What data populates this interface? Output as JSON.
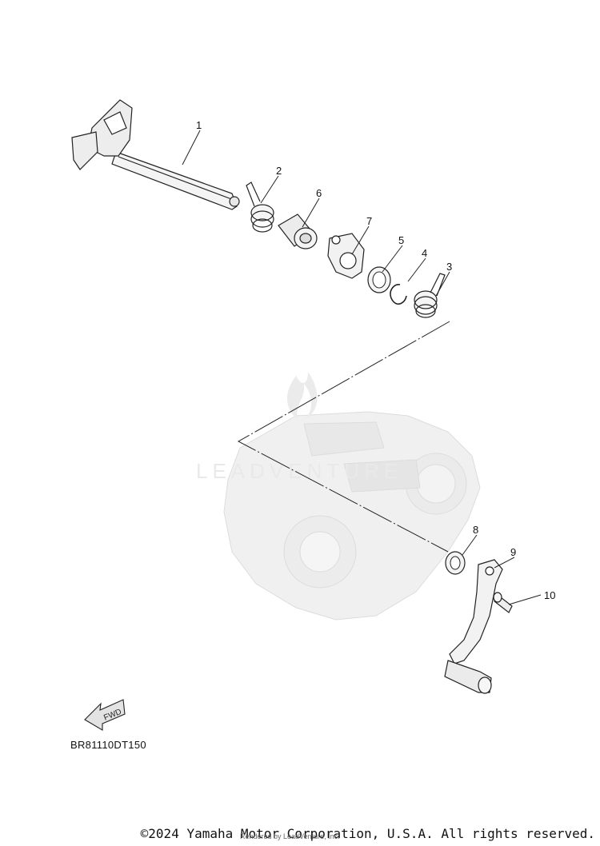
{
  "diagram": {
    "callouts": [
      "1",
      "2",
      "3",
      "4",
      "5",
      "6",
      "7",
      "8",
      "9",
      "10"
    ],
    "fwd_label": "FWD",
    "diagram_code": "BR81110DT150",
    "watermark_text": "LEADVENTURE",
    "copyright": "©2024 Yamaha Motor Corporation, U.S.A. All rights reserved.",
    "rendered_by": "Rendered by LeadVenture, Inc."
  },
  "colors": {
    "line": "#222222",
    "part_fill": "#f4f4f4",
    "engine_fill": "#ececec",
    "watermark": "#e6e6e6"
  }
}
